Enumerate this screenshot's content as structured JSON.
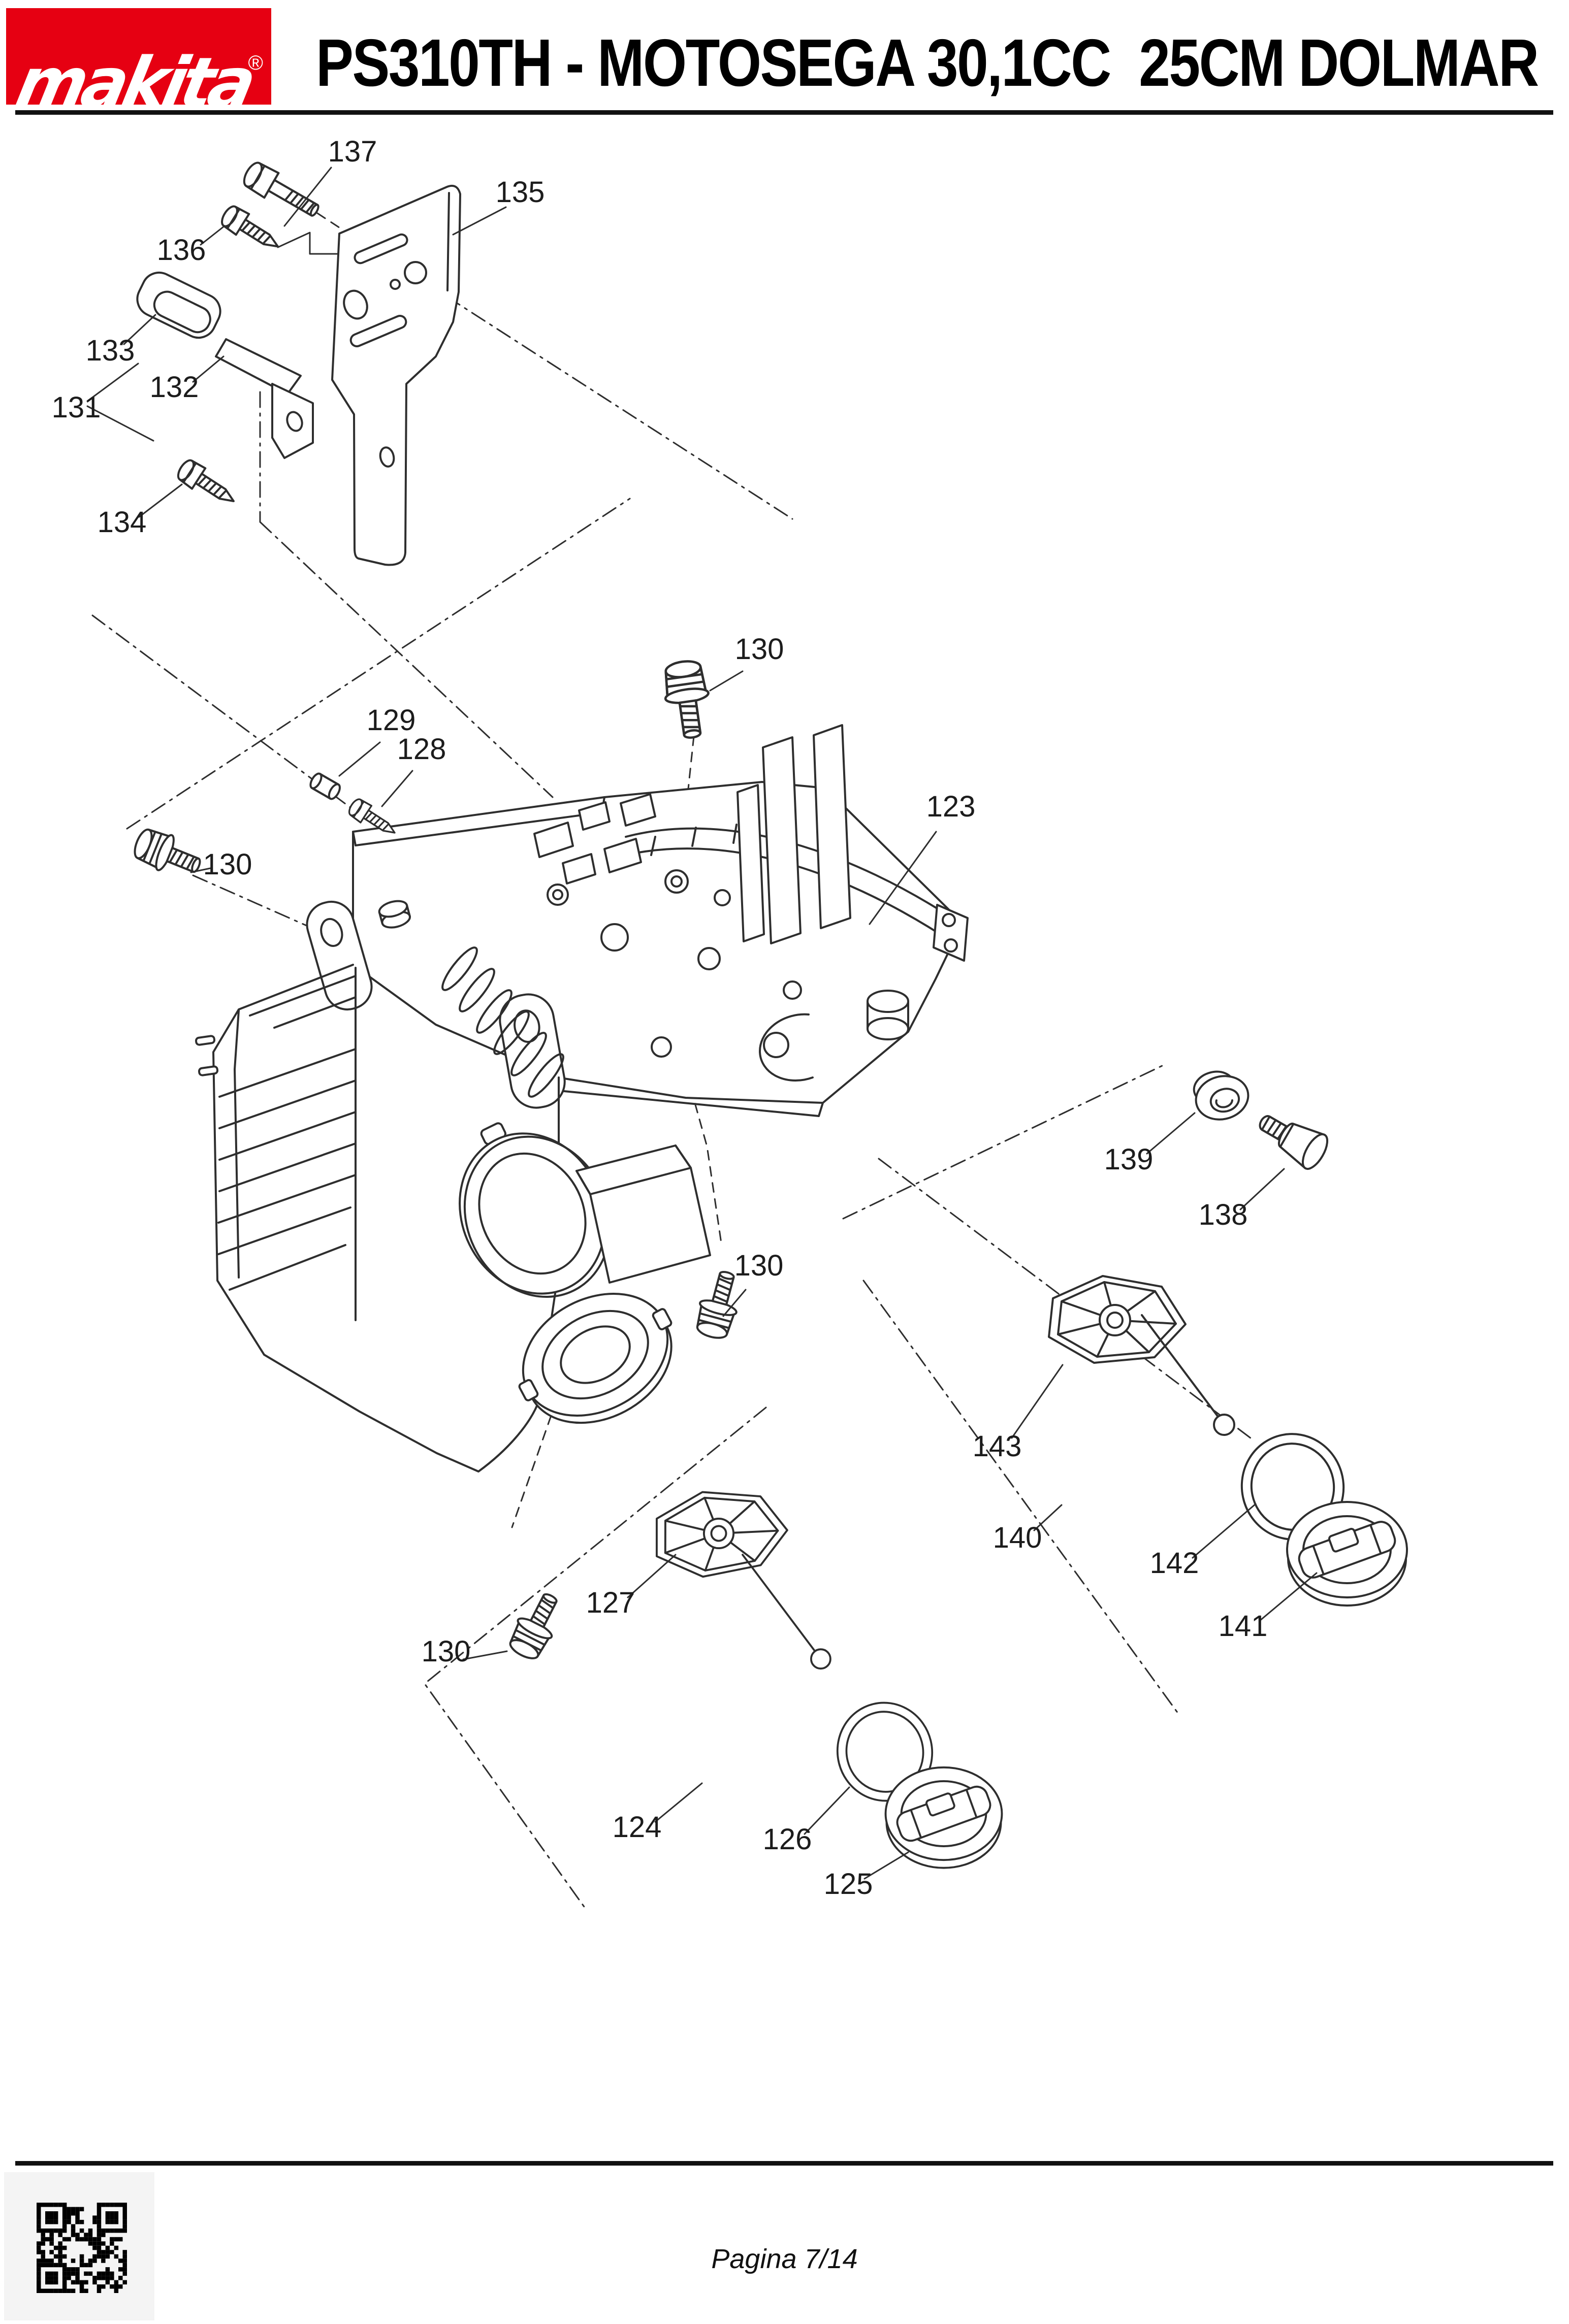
{
  "header": {
    "logo_text": "makita",
    "registered_mark": "®",
    "title": "PS310TH - MOTOSEGA 30,1CC  25CM DOLMAR"
  },
  "diagram": {
    "labels": [
      "137",
      "135",
      "136",
      "133",
      "132",
      "131",
      "134",
      "130",
      "129",
      "128",
      "130",
      "123",
      "139",
      "138",
      "130",
      "143",
      "140",
      "142",
      "141",
      "130",
      "127",
      "124",
      "126",
      "125"
    ]
  },
  "footer": {
    "page_label": "Pagina 7/14"
  },
  "colors": {
    "logo_red": "#e60012",
    "ink": "#2e2e2e"
  }
}
